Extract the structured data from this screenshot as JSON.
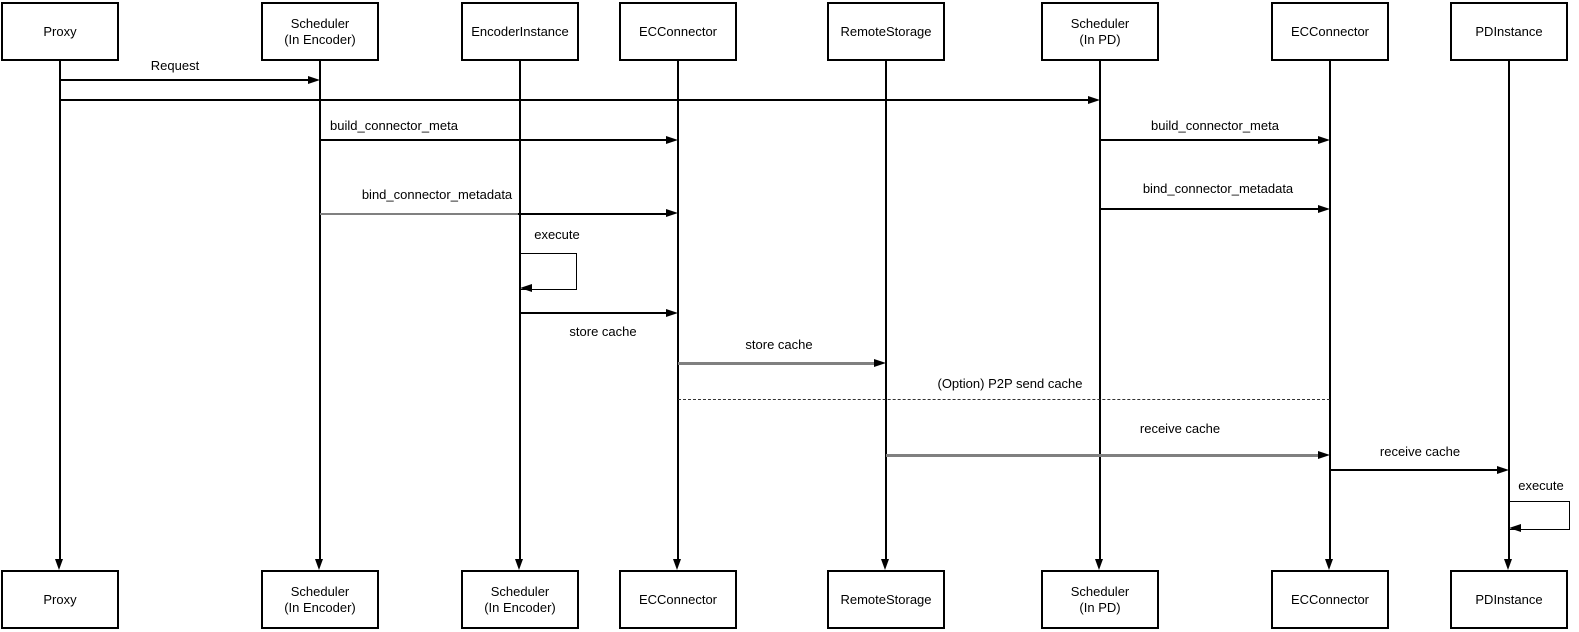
{
  "diagram_type": "sequence-diagram",
  "colors": {
    "background": "#ffffff",
    "line": "#000000",
    "gray_line": "#808080",
    "text": "#000000"
  },
  "actors": [
    {
      "name": "proxy",
      "label": "Proxy",
      "bottom_label": "Proxy"
    },
    {
      "name": "scheduler-in-encoder",
      "label": "Scheduler\n(In Encoder)",
      "bottom_label": "Scheduler\n(In Encoder)"
    },
    {
      "name": "encoder-instance",
      "label": "EncoderInstance",
      "bottom_label": "Scheduler\n(In Encoder)"
    },
    {
      "name": "ec-connector-encoder",
      "label": "ECConnector",
      "bottom_label": "ECConnector"
    },
    {
      "name": "remote-storage",
      "label": "RemoteStorage",
      "bottom_label": "RemoteStorage"
    },
    {
      "name": "scheduler-in-pd",
      "label": "Scheduler\n(In PD)",
      "bottom_label": "Scheduler\n(In PD)"
    },
    {
      "name": "ec-connector-pd",
      "label": "ECConnector",
      "bottom_label": "ECConnector"
    },
    {
      "name": "pd-instance",
      "label": "PDInstance",
      "bottom_label": "PDInstance"
    }
  ],
  "messages": [
    {
      "label": "Request",
      "from": "Proxy",
      "to": "Scheduler (In Encoder)",
      "type": "solid"
    },
    {
      "label": "",
      "from": "Proxy",
      "to": "Scheduler (In PD)",
      "type": "solid"
    },
    {
      "label": "build_connector_meta",
      "from": "Scheduler (In Encoder)",
      "to": "ECConnector",
      "type": "solid"
    },
    {
      "label": "build_connector_meta",
      "from": "Scheduler (In PD)",
      "to": "ECConnector",
      "type": "solid"
    },
    {
      "label": "bind_connector_metadata",
      "from": "Scheduler (In Encoder)",
      "to": "ECConnector",
      "type": "solid"
    },
    {
      "label": "bind_connector_metadata",
      "from": "Scheduler (In PD)",
      "to": "ECConnector",
      "type": "solid"
    },
    {
      "label": "execute",
      "from": "EncoderInstance",
      "to": "EncoderInstance",
      "type": "self"
    },
    {
      "label": "store cache",
      "from": "EncoderInstance",
      "to": "ECConnector",
      "type": "solid",
      "label_position": "below"
    },
    {
      "label": "store cache",
      "from": "ECConnector",
      "to": "RemoteStorage",
      "type": "solid"
    },
    {
      "label": "(Option) P2P send cache",
      "from": "ECConnector",
      "to": "ECConnector (PD)",
      "type": "dashed"
    },
    {
      "label": "receive cache",
      "from": "RemoteStorage",
      "to": "ECConnector (PD)",
      "type": "solid"
    },
    {
      "label": "receive cache",
      "from": "ECConnector (PD)",
      "to": "PDInstance",
      "type": "solid"
    },
    {
      "label": "execute",
      "from": "PDInstance",
      "to": "PDInstance",
      "type": "self"
    }
  ]
}
